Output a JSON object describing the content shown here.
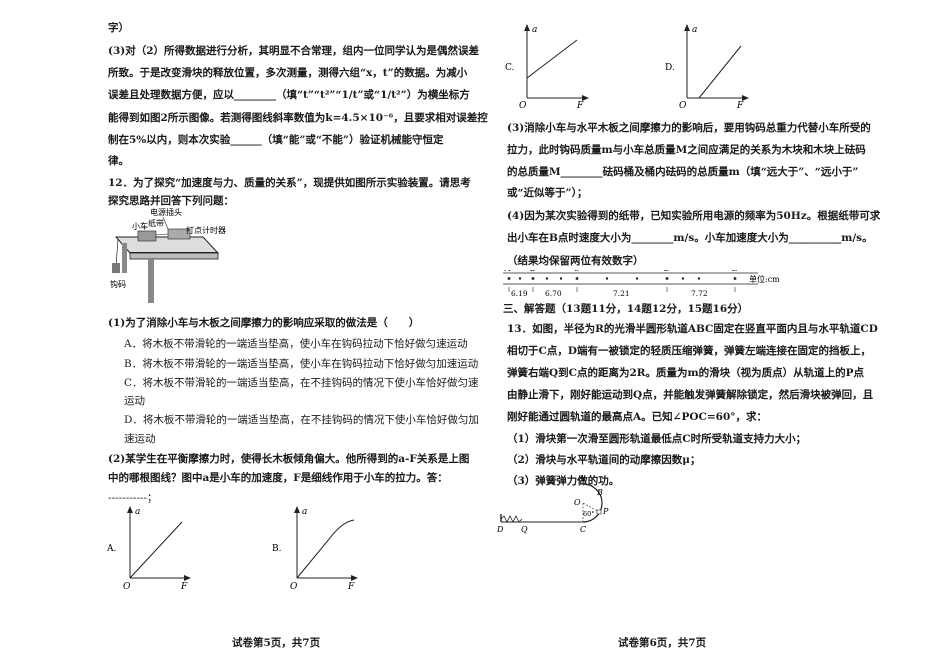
{
  "left": {
    "lines": [
      "字）",
      "(3)对（2）所得数据进行分析，其明显不合常理，组内一位同学认为是偶然误差",
      "所致。于是改变滑块的释放位置，多次测量，测得六组“x，t”的数据。为减小",
      "误差且处理数据方便，应以________（填“t”“t²”“1/t”或“1/t²”）为横坐标方",
      "能得到如图2所示图像。若测得图线斜率数值为k=4.5×10⁻⁶，且要求相对误差控",
      "制在5%以内，则本次实验______（填“能”或“不能”）验证机械能守恒定",
      "律。",
      "12．为了探究“加速度与力、质量的关系”，现提供如图所示实验装置。请思考",
      "探究思路并回答下列问题：",
      "(1)为了消除小车与木板之间摩擦力的影响应采取的做法是（　　）",
      "A．将木板不带滑轮的一端适当垫高，使小车在钩码拉动下恰好做匀速运动",
      "B．将木板不带滑轮的一端适当垫高，使小车在钩码拉动下恰好做匀加速运动",
      "C．将木板不带滑轮的一端适当垫高，在不挂钩码的情况下使小车恰好做匀速",
      "运动",
      "D．将木板不带滑轮的一端适当垫高，在不挂钩码的情况下使小车恰好做匀加",
      "速运动",
      "(2)某学生在平衡摩擦力时，使得长木板倾角偏大。他所得到的a-F关系是上图",
      "中的哪根图线？图中a是小车的加速度，F是细线作用于小车的拉力。答：",
      "-----------；"
    ],
    "apparatus": {
      "label_plug": "电源插头",
      "label_tape": "纸带",
      "label_cart": "小车",
      "label_timer": "打点计时器",
      "label_hook": "钩码"
    },
    "graph_a": {
      "tag": "A.",
      "ylabel": "a",
      "xlabel": "F",
      "origin": "O"
    },
    "graph_b": {
      "tag": "B.",
      "ylabel": "a",
      "xlabel": "F",
      "origin": "O"
    },
    "footer": "试卷第5页，共7页"
  },
  "right": {
    "graph_c": {
      "tag": "C.",
      "ylabel": "a",
      "xlabel": "F",
      "origin": "O"
    },
    "graph_d": {
      "tag": "D.",
      "ylabel": "a",
      "xlabel": "F",
      "origin": "O"
    },
    "lines": [
      "(3)消除小车与水平木板之间摩擦力的影响后，要用钩码总重力代替小车所受的",
      "拉力，此时钩码质量m与小车总质量M之间应满足的关系为木块和木块上砝码",
      "的总质量M________砝码桶及桶内砝码的总质量m（填“远大于”、“远小于”",
      "或“近似等于”）；",
      "(4)因为某次实验得到的纸带，已知实验所用电源的频率为50Hz。根据纸带可求",
      "出小车在B点时速度大小为________m/s。小车加速度大小为__________m/s。",
      "（结果均保留两位有效数字）"
    ],
    "tape": {
      "points": [
        "A",
        "B",
        "C",
        "D",
        "E"
      ],
      "gaps": [
        "6.19",
        "6.70",
        "7.21",
        "7.72"
      ],
      "unit": "单位:cm"
    },
    "section_title": "三、解答题（13题11分，14题12分，15题16分）",
    "q13_lines": [
      "13．如图，半径为R的光滑半圆形轨道ABC固定在竖直平面内且与水平轨道CD",
      "相切于C点，D端有一被锁定的轻质压缩弹簧，弹簧左端连接在固定的挡板上，",
      "弹簧右端Q到C点的距离为2R。质量为m的滑块（视为质点）从轨道上的P点",
      "由静止滑下，刚好能运动到Q点，并能触发弹簧解除锁定，然后滑块被弹回，且",
      "刚好能通过圆轨道的最高点A。已知∠POC=60°，求：",
      "（1）滑块第一次滑至圆形轨道最低点C时所受轨道支持力大小；",
      "（2）滑块与水平轨道间的动摩擦因数μ；",
      "（3）弹簧弹力做的功。"
    ],
    "track": {
      "label_A": "A",
      "label_B": "B",
      "label_O": "O",
      "label_P": "P",
      "label_C": "C",
      "label_D": "D",
      "label_Q": "Q",
      "angle": "60°"
    },
    "footer": "试卷第6页，共7页"
  }
}
